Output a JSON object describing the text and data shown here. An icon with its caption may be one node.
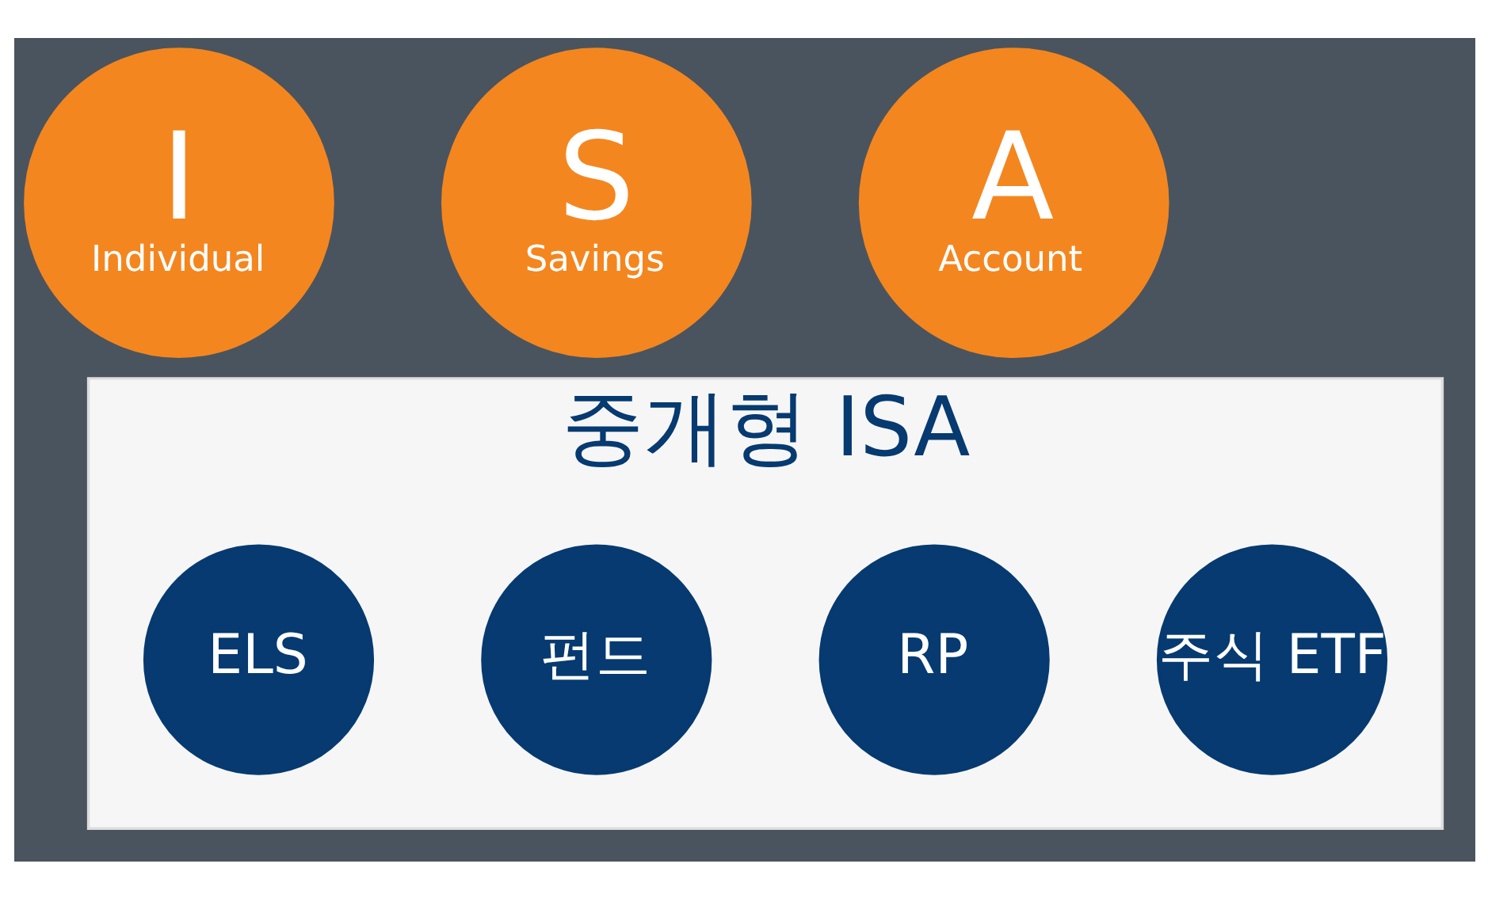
{
  "diagram": {
    "nodes": [
      {
        "text": [
          "I",
          "Individual"
        ]
      },
      {
        "text": [
          "S",
          "Savings"
        ]
      },
      {
        "text": [
          "A",
          "Account"
        ]
      },
      {
        "text": [
          "중개형 ISA"
        ]
      },
      {
        "text": [
          "주식 ETF"
        ],
        "in": 3
      },
      {
        "text": [
          "RP"
        ],
        "in": 3
      },
      {
        "text": [
          "펀드"
        ],
        "in": 3
      },
      {
        "text": [
          "ELS"
        ],
        "in": 3
      }
    ]
  }
}
